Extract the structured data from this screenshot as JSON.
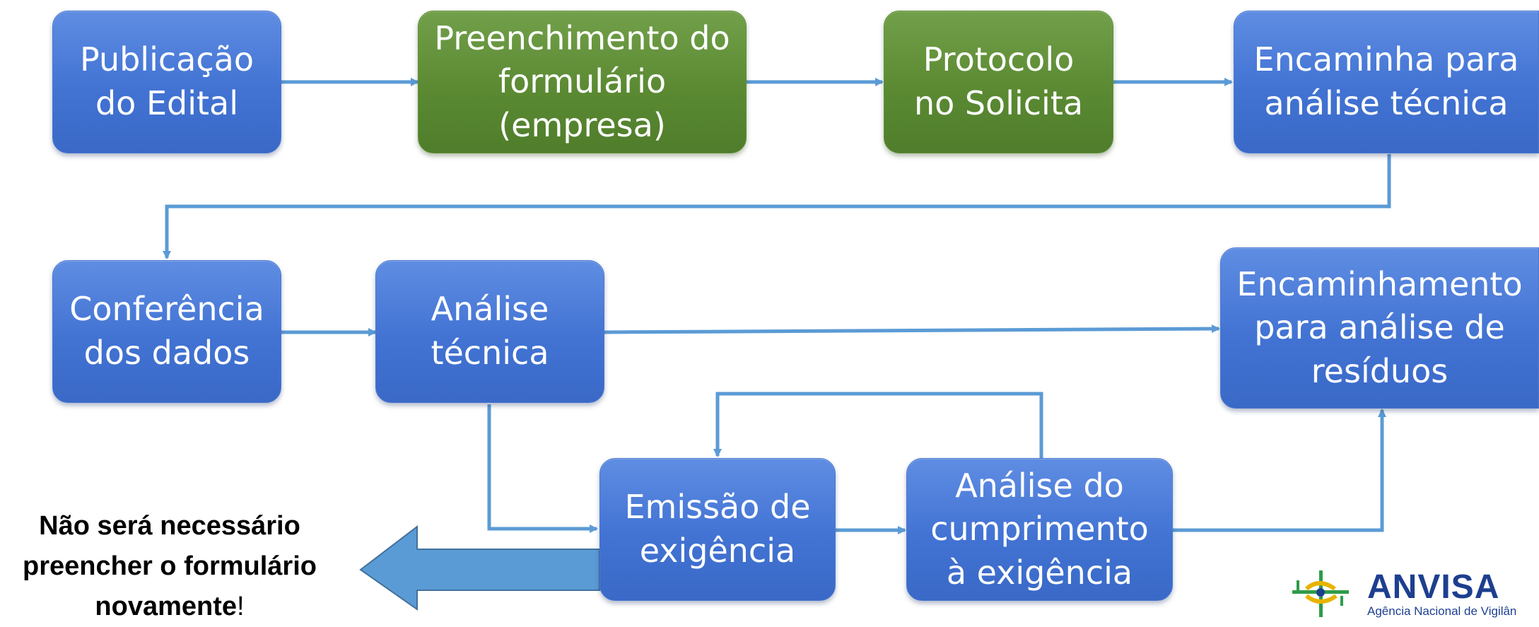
{
  "diagram": {
    "nodes": {
      "publicacao": [
        "Publicação",
        "do Edital"
      ],
      "preenchimento": [
        "Preenchimento do",
        "formulário",
        "(empresa)"
      ],
      "protocolo": [
        "Protocolo",
        "no Solicita"
      ],
      "encaminha": [
        "Encaminha para",
        "análise técnica"
      ],
      "conferencia": [
        "Conferência",
        "dos dados"
      ],
      "analise_tecnica": [
        "Análise",
        "técnica"
      ],
      "encaminhamento_residuos": [
        "Encaminhamento",
        "para análise de",
        "resíduos"
      ],
      "emissao": [
        "Emissão de",
        "exigência"
      ],
      "analise_cumprimento": [
        "Análise do",
        "cumprimento",
        "à exigência"
      ]
    },
    "node_colors": {
      "blue": "#4273d3",
      "green": "#5b8a33",
      "connector": "#5b9bd5"
    },
    "edges": [
      [
        "publicacao",
        "preenchimento"
      ],
      [
        "preenchimento",
        "protocolo"
      ],
      [
        "protocolo",
        "encaminha"
      ],
      [
        "encaminha",
        "conferencia"
      ],
      [
        "conferencia",
        "analise_tecnica"
      ],
      [
        "analise_tecnica",
        "encaminhamento_residuos"
      ],
      [
        "analise_tecnica",
        "emissao"
      ],
      [
        "emissao",
        "analise_cumprimento"
      ],
      [
        "analise_cumprimento",
        "emissao"
      ],
      [
        "analise_cumprimento",
        "encaminhamento_residuos"
      ]
    ]
  },
  "note": {
    "bold_text": "Não será necessário preencher o formulário novamente",
    "trailing": "!"
  },
  "logo": {
    "name": "ANVISA",
    "subtitle": "Agência Nacional de Vigilân"
  }
}
